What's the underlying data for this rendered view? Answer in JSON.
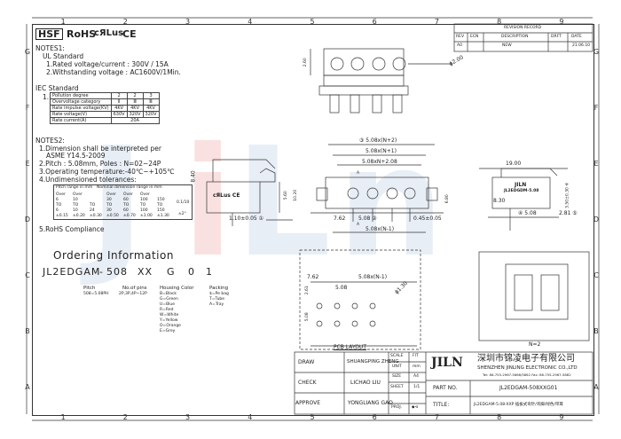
{
  "ruler": {
    "cols": [
      "1",
      "2",
      "3",
      "4",
      "5",
      "6",
      "7",
      "8",
      "9"
    ],
    "rows": [
      "G",
      "F",
      "E",
      "D",
      "C",
      "B",
      "A"
    ]
  },
  "header": {
    "hsf_logo": "HSF",
    "rohs": "RoHS",
    "ul_mark": "cЯLus",
    "ce_mark": "CE"
  },
  "notes1": {
    "title": "NOTES1:",
    "ul_title": "UL Standard",
    "ul_1": "1.Rated voltage/current : 300V / 15A",
    "ul_2": "2.Withstanding voltage : AC1600V/1Min.",
    "iec_title": "IEC Standard",
    "iec_item": "1.",
    "iec_rows": [
      [
        "Pollution degree",
        "2",
        "2",
        "3"
      ],
      [
        "Overvoltage category",
        "Ⅱ",
        "Ⅲ",
        "Ⅲ"
      ],
      [
        "Rate impulse voltage(KV)",
        "4KV",
        "4KV",
        "4KV"
      ],
      [
        "Rate voltage(V)",
        "630V",
        "320V",
        "320V"
      ],
      [
        "Rate current(A)",
        "20A",
        "",
        ""
      ]
    ]
  },
  "notes2": {
    "title": "NOTES2:",
    "n1a": "1.Dimension shall be interpreted per",
    "n1b": "ASME Y14.5-2009",
    "n2": "2.Pitch : 5.08mm, Poles : N=02~24P",
    "n3": "3.Operating temperature:-40℃~+105℃",
    "n4": "4.Undimensioned tolerances:",
    "tol_head_1": "Pitch range in mm",
    "tol_head_2": "Nominal dimension range in mm",
    "tol_rows": [
      [
        "Over",
        "Over",
        "",
        "Over",
        "Over",
        "Over"
      ],
      [
        "6",
        "10",
        "",
        "30",
        "60",
        "100",
        "150"
      ],
      [
        "TO",
        "TO",
        "TO",
        "TO",
        "TO",
        "TO",
        "TO"
      ],
      [
        "6",
        "10",
        "24",
        "30",
        "60",
        "100",
        "150"
      ],
      [
        "±0.15",
        "±0.20",
        "±0.30",
        "±0.50",
        "±0.70",
        "±1.00",
        "±1.30"
      ]
    ],
    "flat": "0.1/10",
    "angle": "±2°",
    "n5": "5.RoHS Compliance"
  },
  "ordering": {
    "title": "Ordering Information",
    "code": [
      "JL2EDGAM",
      "-",
      "508",
      "XX",
      "G",
      "0",
      "1"
    ],
    "pitch_label": "Pitch",
    "pitch_value": "508=5.08PH",
    "pins_label": "No.of pins",
    "pins_value": "2P,3P,4P~12P",
    "housing_label": "Housing Color",
    "housing_values": [
      "B=Black",
      "G=Green",
      "U=Blue",
      "R=Red",
      "W=White",
      "Y=Yellow",
      "O=Orange",
      "E=Grey"
    ],
    "packing_label": "Packing",
    "packing_values": [
      "$=Pe bag",
      "T=Tube",
      "A=Tray"
    ]
  },
  "revision": {
    "title": "REVISION RECORD",
    "headers": [
      "REV",
      "ECN",
      "DESCRIPTION",
      "DRFT",
      "DATE"
    ],
    "row": [
      "A0",
      "",
      "NEW",
      "",
      "21.06.10"
    ]
  },
  "dims": {
    "top_260": "2.60",
    "top_phi200": "ϕ2.00",
    "side_840": "8.40",
    "side_560": "5.60",
    "side_1020": "10.20",
    "side_110": "1.10±0.05 ①",
    "front_n2": "③ 5.08x(N+2)",
    "front_n1": "5.08x(N+1)",
    "front_n": "5.08xN+2.08",
    "front_762": "7.62",
    "front_508": "5.08 ②",
    "front_680": "6.80",
    "front_045": "0.45±0.05",
    "front_nm1": "5.08x(N-1)",
    "front_A1": "A",
    "front_A2": "A",
    "right_1900": "19.00",
    "right_350": "3.50±0.30 ⑥",
    "right_830": "8.30",
    "right_508": "④ 5.08",
    "right_281": "2.81 ⑤",
    "right_label1": "JILN",
    "right_label2": "JL2EDGDM-5.08",
    "pcb_762": "7.62",
    "pcb_nm1": "5.08x(N-1)",
    "pcb_508a": "5.08",
    "pcb_261": "2.61",
    "pcb_508b": "5.08",
    "pcb_phi": "ϕ1.30",
    "pcb_title": "PCB LAYOUT",
    "n2_label": "N=2",
    "side_logo": "cЯLus CE"
  },
  "title_block": {
    "draw_label": "DRAW",
    "draw_name": "SHUANGPING ZHENG",
    "check_label": "CHECK",
    "check_name": "LICHAO LIU",
    "approve_label": "APPROVE",
    "approve_name": "YONGLIANG GAO",
    "scale_label": "SCALE",
    "scale_value": "FIT",
    "unit_label": "UNIT",
    "unit_value": "mm",
    "size_label": "SIZE",
    "size_value": "A4",
    "sheet_label": "SHEET",
    "sheet_value": "1/1",
    "proj_label": "PROJ.",
    "proj_value": "◆⊲",
    "logo": "JILN",
    "company_cn": "深圳市锦凌电子有限公司",
    "company_en": "SHENZHEN JINLING ELECTRONIC CO.,LTD",
    "contact": "Tel: 86-755-2967-5866/5862   Fax: 86-755-2967-5882",
    "part_label": "PART NO.",
    "part_value": "JL2EDGAM-508XXG01",
    "title_label": "TITLE:",
    "title_value": "JL2EDGAM-5.08-XXP 插拔式弯针/弯脚/绿色/带耳"
  },
  "watermark": {
    "text_j": "J",
    "text_i": "i",
    "text_l": "L",
    "text_n": "n"
  }
}
